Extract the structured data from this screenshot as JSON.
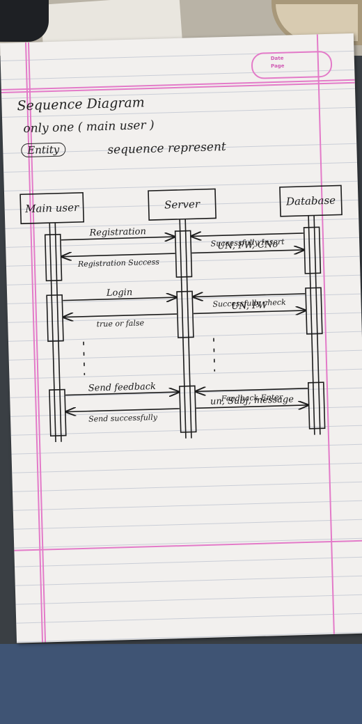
{
  "header": {
    "date_label": "Date",
    "page_label": "Page"
  },
  "notes": {
    "title": "Sequence Diagram",
    "line1": "only one ( main user )",
    "entity": "Entity",
    "line2": "sequence represent"
  },
  "diagram": {
    "lifelines": [
      {
        "name": "Main user"
      },
      {
        "name": "Server"
      },
      {
        "name": "Database"
      }
    ],
    "messages": [
      {
        "from": "Main user",
        "to": "Server",
        "label": "Registration",
        "kind": "request"
      },
      {
        "from": "Server",
        "to": "Database",
        "label": "UN, PW, CNo",
        "kind": "request"
      },
      {
        "from": "Database",
        "to": "Server",
        "label": "Successfully Insert",
        "kind": "reply"
      },
      {
        "from": "Server",
        "to": "Main user",
        "label": "Registration Success",
        "kind": "reply"
      },
      {
        "from": "Main user",
        "to": "Server",
        "label": "Login",
        "kind": "request"
      },
      {
        "from": "Server",
        "to": "Database",
        "label": "UN, PW",
        "kind": "request"
      },
      {
        "from": "Database",
        "to": "Server",
        "label": "Successfully check",
        "kind": "reply"
      },
      {
        "from": "Server",
        "to": "Main user",
        "label": "true or false",
        "kind": "reply"
      },
      {
        "from": "Main user",
        "to": "Server",
        "label": "Send feedback",
        "kind": "request"
      },
      {
        "from": "Server",
        "to": "Database",
        "label": "un, Subj, message",
        "kind": "request"
      },
      {
        "from": "Database",
        "to": "Server",
        "label": "Feedback Enter",
        "kind": "reply"
      },
      {
        "from": "Server",
        "to": "Main user",
        "label": "Send successfully",
        "kind": "reply"
      }
    ]
  }
}
